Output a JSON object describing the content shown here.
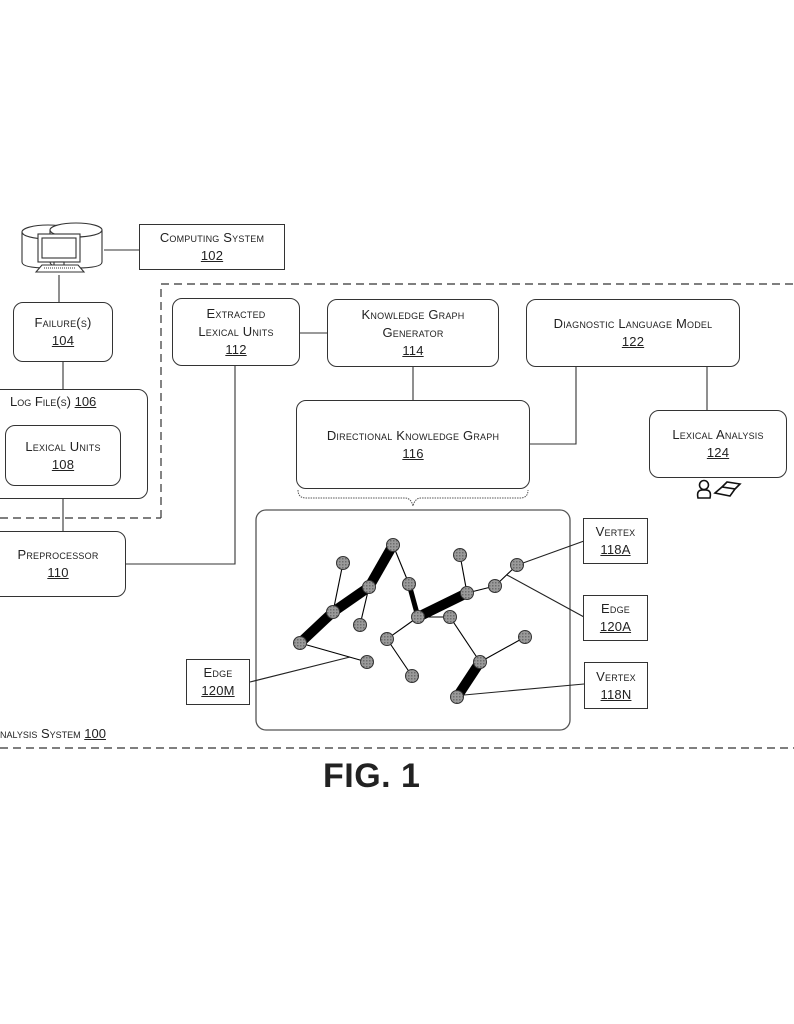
{
  "figure": {
    "caption": "FIG. 1",
    "system_caption": "nalysis System",
    "system_ref": "100"
  },
  "boxes": {
    "computing_system": {
      "label": "Computing System",
      "ref": "102"
    },
    "failures": {
      "label": "Failure(s)",
      "ref": "104"
    },
    "log_files": {
      "label": "Log File(s)",
      "ref": "106"
    },
    "lexical_units": {
      "label": "Lexical Units",
      "ref": "108"
    },
    "preprocessor": {
      "label": "Preprocessor",
      "ref": "110"
    },
    "extracted_lexical_units": {
      "label_line1": "Extracted",
      "label_line2": "Lexical Units",
      "ref": "112"
    },
    "knowledge_graph_generator": {
      "label_line1": "Knowledge Graph",
      "label_line2": "Generator",
      "ref": "114"
    },
    "directional_knowledge_graph": {
      "label": "Directional Knowledge Graph",
      "ref": "116"
    },
    "diagnostic_language_model": {
      "label": "Diagnostic Language Model",
      "ref": "122"
    },
    "lexical_analysis": {
      "label": "Lexical Analysis",
      "ref": "124"
    }
  },
  "callouts": {
    "vertex_a": {
      "label": "Vertex",
      "ref": "118A"
    },
    "edge_a": {
      "label": "Edge",
      "ref": "120A"
    },
    "vertex_n": {
      "label": "Vertex",
      "ref": "118N"
    },
    "edge_m": {
      "label": "Edge",
      "ref": "120M"
    }
  },
  "icons": {
    "computing_system": "server-computer-icon",
    "lexical_analysis": [
      "user-icon",
      "laptop-icon"
    ]
  },
  "graph": {
    "vertices": [
      "A",
      "B",
      "C",
      "D",
      "E",
      "F",
      "G",
      "H",
      "I",
      "J",
      "K",
      "L",
      "M",
      "N",
      "O",
      "P",
      "Q",
      "R",
      "S"
    ],
    "edges": [
      {
        "from": "A",
        "to": "C",
        "weight": "heavy"
      },
      {
        "from": "C",
        "to": "D",
        "weight": "heavy"
      },
      {
        "from": "D",
        "to": "F",
        "weight": "heavy"
      },
      {
        "from": "B",
        "to": "D",
        "weight": "light"
      },
      {
        "from": "C",
        "to": "E",
        "weight": "light"
      },
      {
        "from": "F",
        "to": "G",
        "weight": "light"
      },
      {
        "from": "A",
        "to": "H",
        "weight": "light"
      },
      {
        "from": "H",
        "to": "I",
        "weight": "medium"
      },
      {
        "from": "I",
        "to": "M",
        "weight": "heavy"
      },
      {
        "from": "L",
        "to": "M",
        "weight": "light"
      },
      {
        "from": "M",
        "to": "N",
        "weight": "light"
      },
      {
        "from": "N",
        "to": "O",
        "weight": "light"
      },
      {
        "from": "I",
        "to": "P",
        "weight": "light"
      },
      {
        "from": "I",
        "to": "J",
        "weight": "light"
      },
      {
        "from": "J",
        "to": "K",
        "weight": "light"
      },
      {
        "from": "P",
        "to": "Q",
        "weight": "light"
      },
      {
        "from": "Q",
        "to": "R",
        "weight": "light"
      },
      {
        "from": "Q",
        "to": "S",
        "weight": "heavy"
      }
    ]
  }
}
